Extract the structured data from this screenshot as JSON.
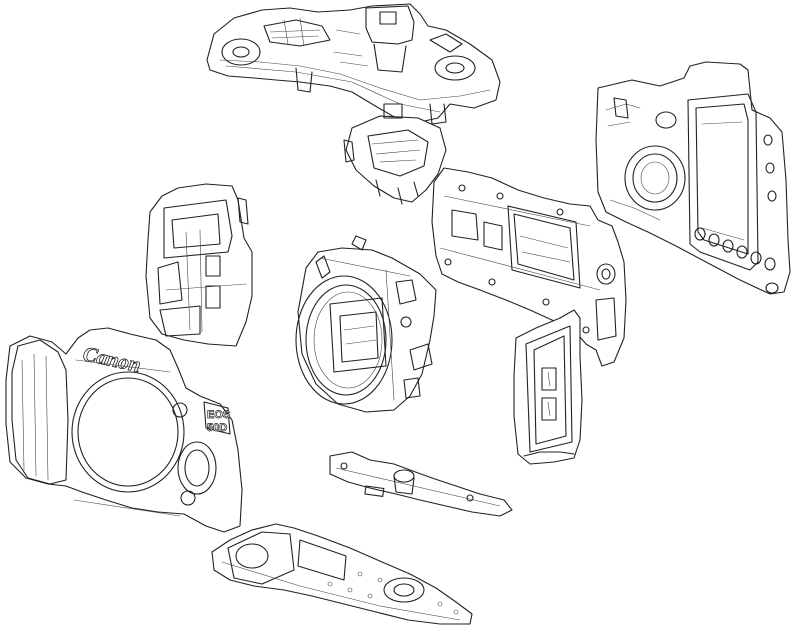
{
  "figure": {
    "brand_logo": "Canon",
    "model_badge_top": "EOS",
    "model_badge_bottom": "50D",
    "line_color": "#222222",
    "background_color": "#ffffff"
  },
  "parts": [
    {
      "id": "top-cover",
      "icon": "top-cover-part"
    },
    {
      "id": "mirror-box-upper",
      "icon": "viewfinder-mount-part"
    },
    {
      "id": "rear-cover",
      "icon": "rear-cover-part"
    },
    {
      "id": "side-frame",
      "icon": "side-frame-part"
    },
    {
      "id": "chassis-plate",
      "icon": "chassis-plate-part"
    },
    {
      "id": "mirror-box",
      "icon": "lens-mount-part"
    },
    {
      "id": "card-door",
      "icon": "card-door-part"
    },
    {
      "id": "front-cover",
      "icon": "front-cover-part"
    },
    {
      "id": "bottom-bracket",
      "icon": "bracket-part"
    },
    {
      "id": "bottom-plate",
      "icon": "bottom-plate-part"
    }
  ]
}
